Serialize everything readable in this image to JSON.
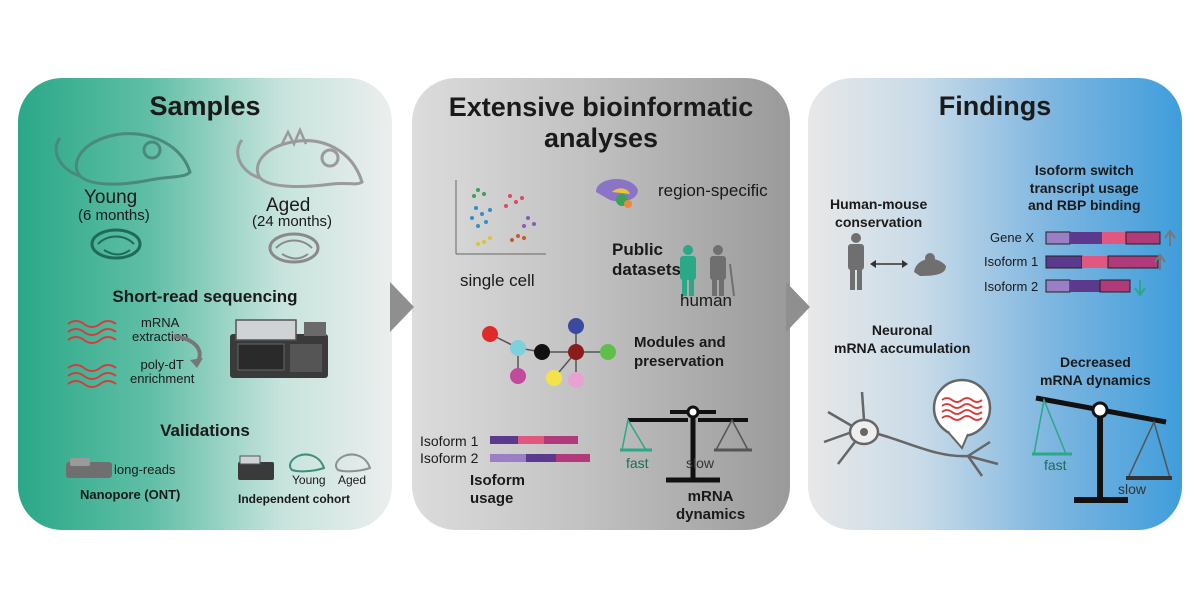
{
  "samples": {
    "title": "Samples",
    "young_label": "Young",
    "young_age": "(6 months)",
    "aged_label": "Aged",
    "aged_age": "(24 months)",
    "short_read_title": "Short-read sequencing",
    "mrna_extraction": "mRNA\nextraction",
    "polydt_enrichment": "poly-dT\nenrichment",
    "validations_title": "Validations",
    "long_reads": "long-reads",
    "nanopore": "Nanopore (ONT)",
    "cohort_young": "Young",
    "cohort_aged": "Aged",
    "independent_cohort": "Independent cohort"
  },
  "analyses": {
    "title": "Extensive bioinformatic\nanalyses",
    "single_cell": "single cell",
    "region_specific": "region-specific",
    "public_datasets": "Public\ndatasets",
    "human": "human",
    "modules": "Modules and\npreservation",
    "isoform1": "Isoform 1",
    "isoform2": "Isoform 2",
    "isoform_usage": "Isoform\nusage",
    "fast": "fast",
    "slow": "slow",
    "mrna_dynamics": "mRNA\ndynamics"
  },
  "findings": {
    "title": "Findings",
    "isoform_switch": "Isoform switch\ntranscript usage\nand RBP binding",
    "human_mouse": "Human-mouse\nconservation",
    "gene_x": "Gene X",
    "isoform1": "Isoform 1",
    "isoform2": "Isoform 2",
    "neuronal": "Neuronal\nmRNA accumulation",
    "decreased": "Decreased\nmRNA dynamics",
    "fast": "fast",
    "slow": "slow"
  },
  "colors": {
    "purple_dark": "#5b3a8e",
    "purple_light": "#9a7fc4",
    "pink": "#e0577f",
    "magenta": "#b03a7a",
    "green_accent": "#2aa887",
    "red_mrna": "#d93a3a"
  }
}
